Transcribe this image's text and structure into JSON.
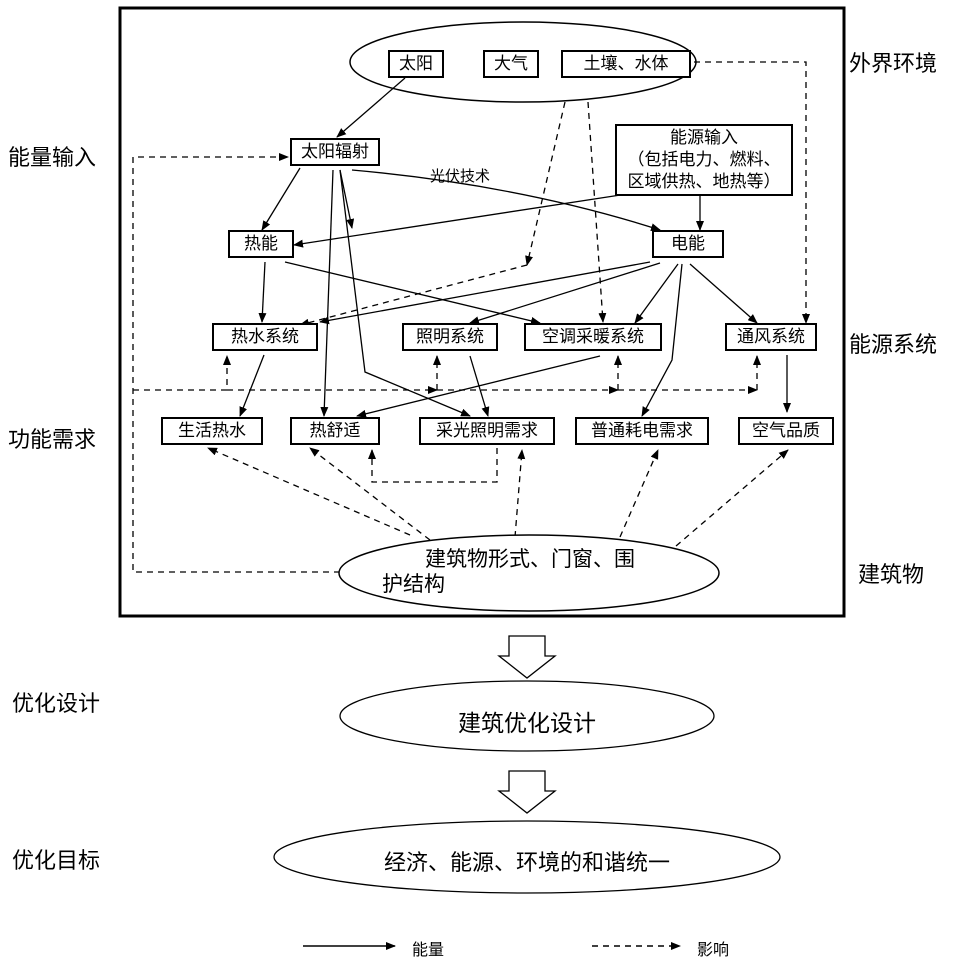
{
  "side_labels": {
    "external": "外界环境",
    "energy_input": "能量输入",
    "energy_system": "能源系统",
    "function": "功能需求",
    "building": "建筑物",
    "opt_design": "优化设计",
    "opt_goal": "优化目标"
  },
  "top": {
    "sun": "太阳",
    "air": "大气",
    "soil": "土壤、水体"
  },
  "nodes": {
    "solar_radiation": "太阳辐射",
    "pv": "光伏技术",
    "energy_input_l1": "能源输入",
    "energy_input_l2": "（包括电力、燃料、",
    "energy_input_l3": "区域供热、地热等）",
    "heat": "热能",
    "electric": "电能",
    "hot_water_sys": "热水系统",
    "lighting_sys": "照明系统",
    "hvac_sys": "空调采暖系统",
    "vent_sys": "通风系统",
    "hot_water": "生活热水",
    "thermal_comfort": "热舒适",
    "lighting_need": "采光照明需求",
    "electric_need": "普通耗电需求",
    "air_quality": "空气品质"
  },
  "building_l1": "建筑物形式、门窗、围",
  "building_l2": "护结构",
  "design": "建筑优化设计",
  "goal": "经济、能源、环境的和谐统一",
  "legend": {
    "energy": "能量",
    "influence": "影响"
  }
}
